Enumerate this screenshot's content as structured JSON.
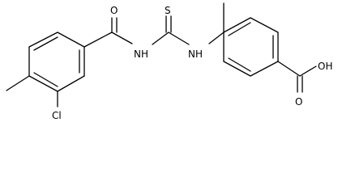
{
  "molecule": {
    "atoms": {
      "o_amide": "O",
      "nh_left": "NH",
      "s_thio": "S",
      "nh_right": "NH",
      "cl": "Cl",
      "oh": "OH",
      "o_acid": "O"
    }
  }
}
